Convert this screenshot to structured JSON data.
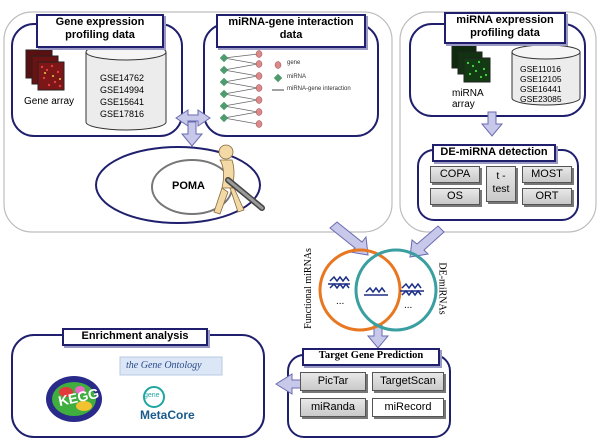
{
  "gene_expression": {
    "title_line1": "Gene expression",
    "title_line2": "profiling data",
    "array_label": "Gene array",
    "datasets": [
      "GSE14762",
      "GSE14994",
      "GSE15641",
      "GSE17816"
    ]
  },
  "interaction": {
    "title_line1": "miRNA-gene interaction",
    "title_line2": "data",
    "legend": [
      "gene",
      "miRNA",
      "miRNA-gene interaction"
    ]
  },
  "mirna_expression": {
    "title_line1": "miRNA expression",
    "title_line2": "profiling data",
    "array_label_line1": "miRNA",
    "array_label_line2": "array",
    "datasets": [
      "GSE11016",
      "GSE12105",
      "GSE16441",
      "GSE23085"
    ]
  },
  "poma": {
    "label": "POMA"
  },
  "de_mirna": {
    "title": "DE-miRNA detection",
    "methods": {
      "copa": "COPA",
      "os": "OS",
      "ttest_line1": "t -",
      "ttest_line2": "test",
      "most": "MOST",
      "ort": "ORT"
    }
  },
  "venn": {
    "left_label": "Functional miRNAs",
    "right_label": "DE-miRNAs",
    "dots_left": "...",
    "dots_right": "..."
  },
  "target_prediction": {
    "title": "Target Gene Prediction",
    "tools": {
      "pictar": "PicTar",
      "targetscan": "TargetScan",
      "miranda": "miRanda",
      "mirecord": "miRecord"
    }
  },
  "enrichment": {
    "title": "Enrichment analysis",
    "go_logo_text": "the Gene Ontology",
    "kegg_logo_text": "KEGG",
    "metacore_gene_text": "gene",
    "metacore_text": "MetaCore"
  },
  "colors": {
    "box_border": "#1f1f6e",
    "arrow_fill": "#c7c8ea",
    "venn_left": "#e87722",
    "venn_right": "#3a9fa0"
  }
}
